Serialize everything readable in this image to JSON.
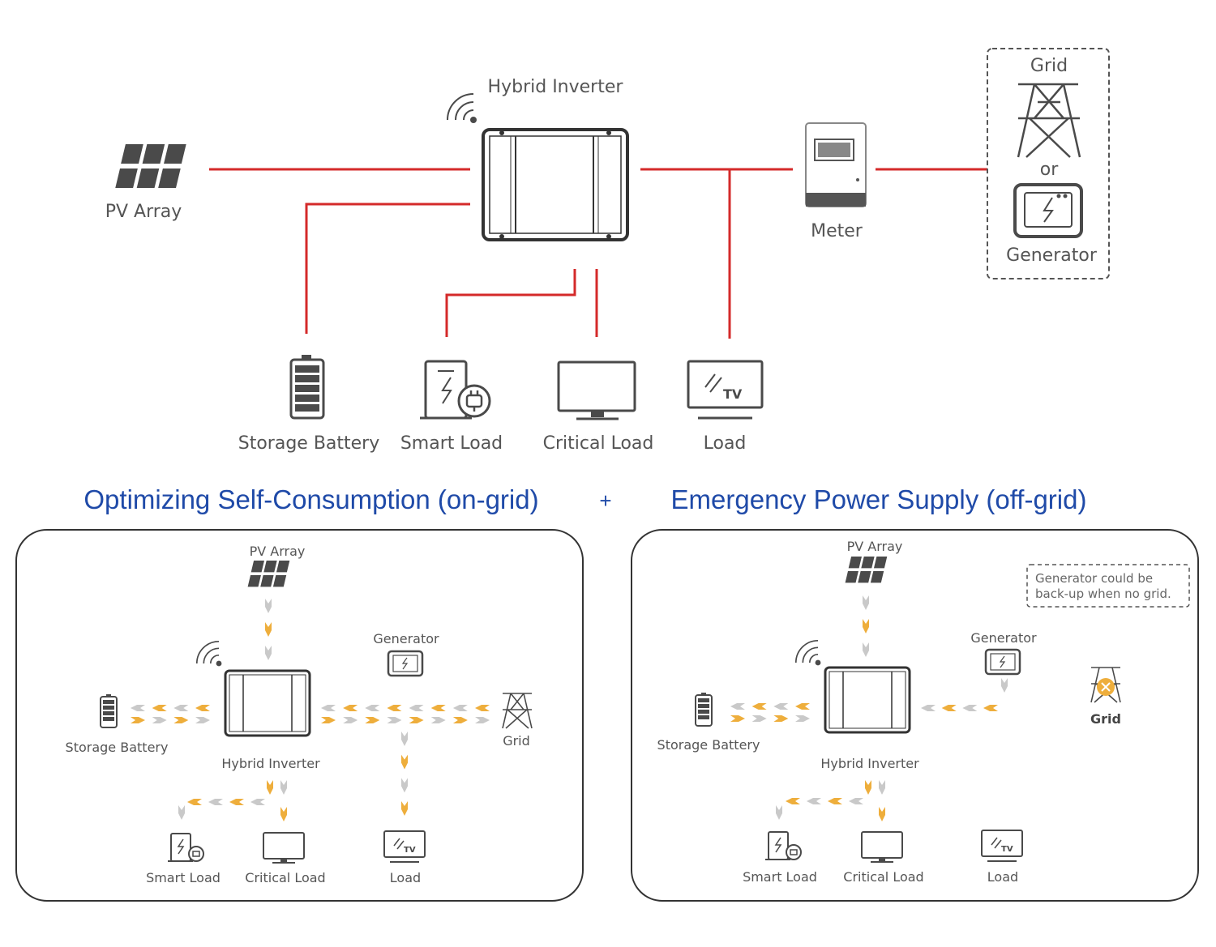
{
  "top": {
    "pv_array": "PV Array",
    "hybrid_inverter": "Hybrid Inverter",
    "meter": "Meter",
    "grid": "Grid",
    "or": "or",
    "generator": "Generator",
    "storage_battery": "Storage Battery",
    "smart_load": "Smart Load",
    "critical_load": "Critical Load",
    "load": "Load"
  },
  "titles": {
    "on_grid": "Optimizing Self-Consumption (on-grid)",
    "plus": "+",
    "off_grid": "Emergency Power Supply (off-grid)"
  },
  "on_grid": {
    "pv_array": "PV Array",
    "generator": "Generator",
    "storage_battery": "Storage Battery",
    "hybrid_inverter": "Hybrid Inverter",
    "grid": "Grid",
    "smart_load": "Smart Load",
    "critical_load": "Critical Load",
    "load": "Load"
  },
  "off_grid": {
    "pv_array": "PV Array",
    "note_line1": "Generator could be",
    "note_line2": "back-up when no grid.",
    "generator": "Generator",
    "storage_battery": "Storage Battery",
    "hybrid_inverter": "Hybrid Inverter",
    "grid": "Grid",
    "smart_load": "Smart Load",
    "critical_load": "Critical Load",
    "load": "Load"
  },
  "colors": {
    "wire": "#d42a2a",
    "icon": "#4a4a4a",
    "title": "#1f4aa8",
    "arrow_active": "#eeae3c",
    "arrow_idle": "#c9c9c9"
  }
}
